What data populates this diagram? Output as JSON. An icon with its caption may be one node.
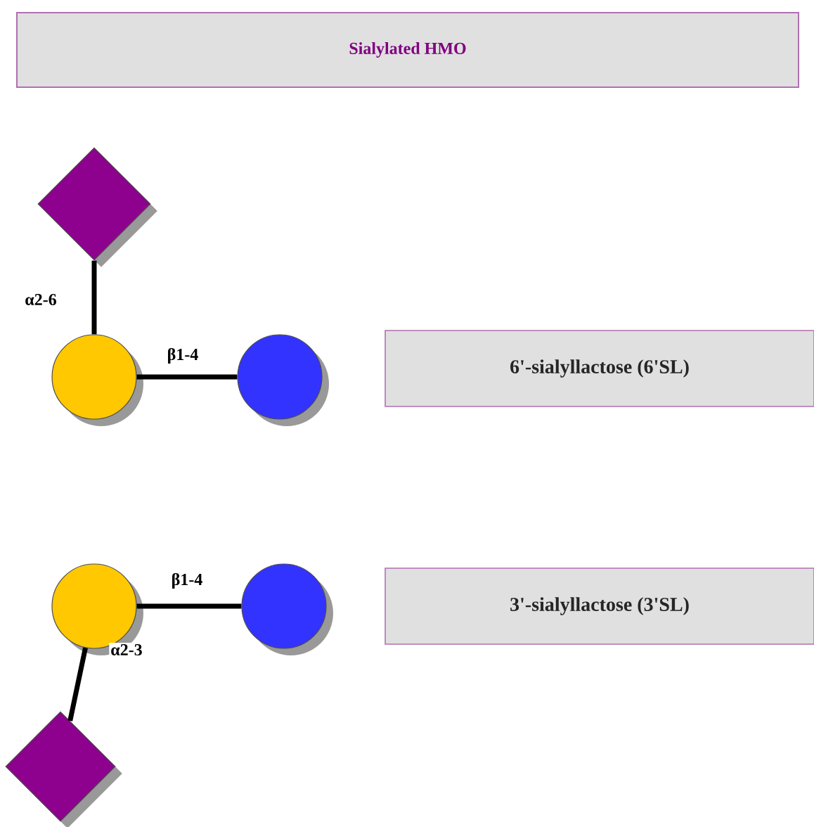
{
  "diagram": {
    "title": "Sialylated HMO",
    "nodes": [
      {
        "text": [],
        "shape": "diamond"
      },
      {
        "text": [],
        "shape": "circle"
      },
      {
        "text": [],
        "shape": "circle"
      },
      {
        "text": [
          "6'-sialyllactose (6'SL)"
        ]
      },
      {
        "text": [],
        "shape": "circle"
      },
      {
        "text": [],
        "shape": "circle"
      },
      {
        "text": [
          "3'-sialyllactose (3'SL)"
        ]
      },
      {
        "text": [],
        "shape": "diamond"
      }
    ],
    "edges": [
      {
        "from": 0,
        "to": 1,
        "arrow": "none",
        "label": "α2-6"
      },
      {
        "from": 1,
        "to": 2,
        "arrow": "none",
        "label": "β1-4"
      },
      {
        "from": 4,
        "to": 5,
        "arrow": "none",
        "label": "β1-4"
      },
      {
        "from": 4,
        "to": 7,
        "arrow": "none",
        "label": "α2-3"
      }
    ]
  }
}
